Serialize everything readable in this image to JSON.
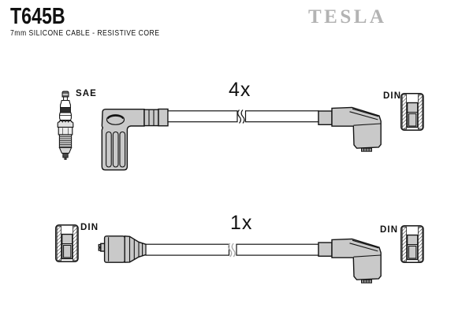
{
  "header": {
    "part_number": "T645B",
    "subtitle": "7mm SILICONE CABLE - RESISTIVE CORE",
    "brand": "TESLA"
  },
  "colors": {
    "connector_fill": "#c9c9c9",
    "outline": "#141414",
    "brand_gray": "#b3b3b3",
    "cable_fill": "#ffffff"
  },
  "diagram": {
    "top_row": {
      "quantity": "4x",
      "left_plug_type": "SAE",
      "right_terminal_type": "DIN",
      "left_icon": "spark-plug-icon",
      "cable_left_end": "elbow-boot-90deg",
      "cable_right_end": "elbow-boot-90deg",
      "right_icon": "din-terminal-icon"
    },
    "bottom_row": {
      "quantity": "1x",
      "left_terminal_type": "DIN",
      "right_terminal_type": "DIN",
      "left_icon": "din-terminal-icon",
      "cable_left_end": "straight-boot",
      "cable_right_end": "elbow-boot-90deg",
      "right_icon": "din-terminal-icon"
    }
  }
}
